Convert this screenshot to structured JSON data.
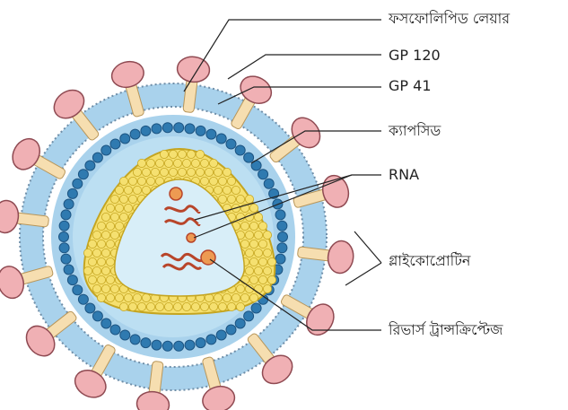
{
  "labels": {
    "phospholipid_layer": "ফসফোলিপিড লেয়ার",
    "gp120": "GP 120",
    "gp41": "GP 41",
    "capsid": "ক্যাপসিড",
    "rna": "RNA",
    "glycoprotein": "গ্লাইকোপ্রোটিন",
    "reverse_transcriptase": "রিভার্স ট্রান্সক্রিপ্টেজ"
  },
  "colors": {
    "envelope": "#a9d2ec",
    "envelope_edge": "#6f8ea8",
    "knob": "#f0b0b4",
    "knob_edge": "#8f4a52",
    "stalk": "#f6deb0",
    "stalk_edge": "#b8965a",
    "bead": "#2f7ab0",
    "bead_edge": "#1d5583",
    "inner_fill": "#bcdff2",
    "capsid_bead": "#f5e070",
    "capsid_bead_edge": "#c5a520",
    "rna": "#b8452a",
    "enzyme": "#ed9a52"
  }
}
